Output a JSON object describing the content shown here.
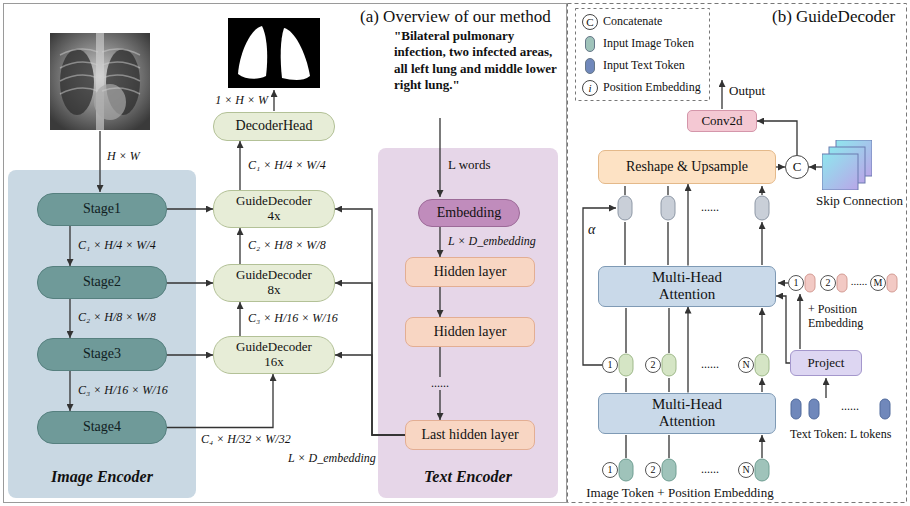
{
  "diagram": {
    "nodes": [
      {
        "text": [
          "Image Encoder"
        ]
      },
      {
        "text": [
          "Stage1"
        ],
        "in": 0
      },
      {
        "text": [
          "Stage2"
        ],
        "in": 0
      },
      {
        "text": [
          "Stage3"
        ],
        "in": 0
      },
      {
        "text": [
          "Stage4"
        ],
        "in": 0
      },
      {
        "text": [
          "DecoderHead"
        ]
      },
      {
        "text": [
          "GuideDecoder 4x"
        ]
      },
      {
        "text": [
          "GuideDecoder 8x"
        ]
      },
      {
        "text": [
          "GuideDecoder 16x"
        ]
      },
      {
        "text": [
          "Text Encoder"
        ]
      },
      {
        "text": [
          "Embedding"
        ],
        "in": 9
      },
      {
        "text": [
          "Hidden layer"
        ],
        "in": 9
      },
      {
        "text": [
          "Hidden layer"
        ],
        "in": 9
      },
      {
        "text": [
          "Last hidden layer"
        ],
        "in": 9
      },
      {
        "text": [
          "Conv2d"
        ]
      },
      {
        "text": [
          "Reshape & Upsample"
        ]
      },
      {
        "text": [
          "C"
        ]
      },
      {
        "text": [
          "Skip Connection"
        ]
      },
      {
        "text": [
          "Multi-Head Attention"
        ]
      },
      {
        "text": [
          "Project"
        ]
      },
      {
        "text": [
          "Multi-Head Attention"
        ]
      }
    ],
    "edges": [
      {
        "from": 1,
        "to": 2,
        "arrow": "to"
      },
      {
        "from": 2,
        "to": 3,
        "arrow": "to"
      },
      {
        "from": 3,
        "to": 4,
        "arrow": "to"
      },
      {
        "from": 4,
        "to": 8,
        "arrow": "to"
      },
      {
        "from": 3,
        "to": 8,
        "arrow": "to"
      },
      {
        "from": 2,
        "to": 7,
        "arrow": "to"
      },
      {
        "from": 1,
        "to": 6,
        "arrow": "to"
      },
      {
        "from": 8,
        "to": 7,
        "arrow": "to"
      },
      {
        "from": 7,
        "to": 6,
        "arrow": "to"
      },
      {
        "from": 6,
        "to": 5,
        "arrow": "to"
      },
      {
        "from": 10,
        "to": 11,
        "arrow": "to"
      },
      {
        "from": 11,
        "to": 12,
        "arrow": "to"
      },
      {
        "from": 12,
        "to": 13,
        "label": "......",
        "arrow": "to"
      },
      {
        "from": 13,
        "to": 6,
        "arrow": "to"
      },
      {
        "from": 13,
        "to": 7,
        "arrow": "to"
      },
      {
        "from": 13,
        "to": 8,
        "arrow": "to"
      },
      {
        "from": 20,
        "to": 18,
        "arrow": "to"
      },
      {
        "from": 19,
        "to": 18,
        "arrow": "to"
      },
      {
        "from": 18,
        "to": 15,
        "arrow": "to"
      },
      {
        "from": 15,
        "to": 16,
        "arrow": "to"
      },
      {
        "from": 17,
        "to": 16,
        "arrow": "to"
      },
      {
        "from": 16,
        "to": 14,
        "arrow": "to"
      }
    ],
    "labels": [
      "(a) Overview of our method",
      "H × W",
      "C₁ × H/4 × W/4",
      "C₂ × H/8 × W/8",
      "C₃ × H/16 × W/16",
      "C₄ × H/32 × W/32",
      "1 × H × W",
      "C₁ × H/4 × W/4",
      "C₂ × H/8 × W/8",
      "C₃ × H/16 × W/16",
      "\"Bilateral pulmonary infection, two infected areas, all left lung and middle lower right lung.\"",
      "L words",
      "L × D_embedding",
      "L × D_embedding",
      "(b) GuideDecoder",
      "C",
      "i",
      "Output",
      "α",
      "......",
      "1",
      "2",
      "......",
      "N",
      "1",
      "2",
      "......",
      "N",
      "Image Token + Position Embedding",
      "1",
      "2",
      "......",
      "M",
      "+ Position Embedding",
      "......",
      "Text Token: L tokens"
    ],
    "legend": [
      {
        "text": "Concatenate"
      },
      {
        "text": "Input Image Token",
        "color": "#9fc3ba"
      },
      {
        "text": "Input Text Token",
        "color": "#7088bb"
      },
      {
        "text": "Position Embedding"
      }
    ]
  }
}
